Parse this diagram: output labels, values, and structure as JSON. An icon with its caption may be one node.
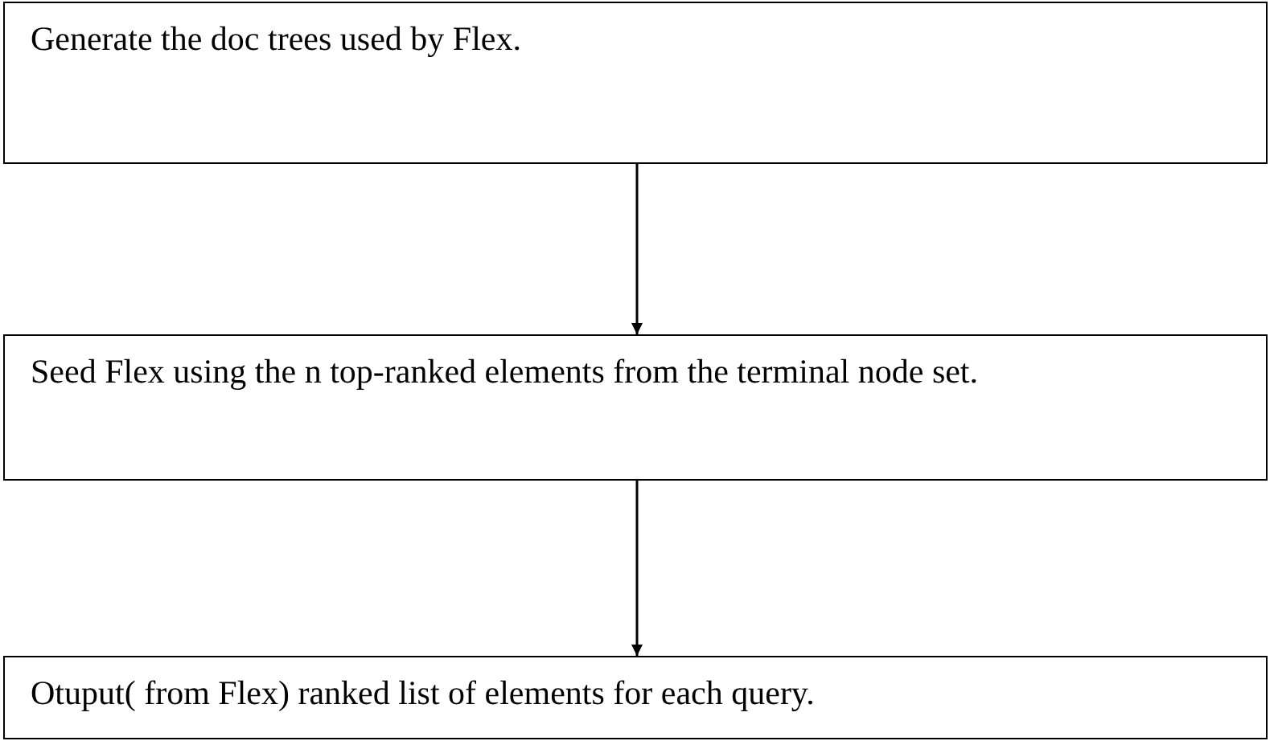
{
  "diagram": {
    "nodes": [
      {
        "text": [
          "Generate the doc trees used by Flex."
        ]
      },
      {
        "text": [
          "Seed Flex using the n top-ranked elements from the terminal node set."
        ]
      },
      {
        "text": [
          "Otuput( from Flex) ranked list of elements for each query."
        ]
      }
    ],
    "edges": [
      {
        "from": 0,
        "to": 1,
        "arrow": "to"
      },
      {
        "from": 1,
        "to": 2,
        "arrow": "to"
      }
    ]
  }
}
